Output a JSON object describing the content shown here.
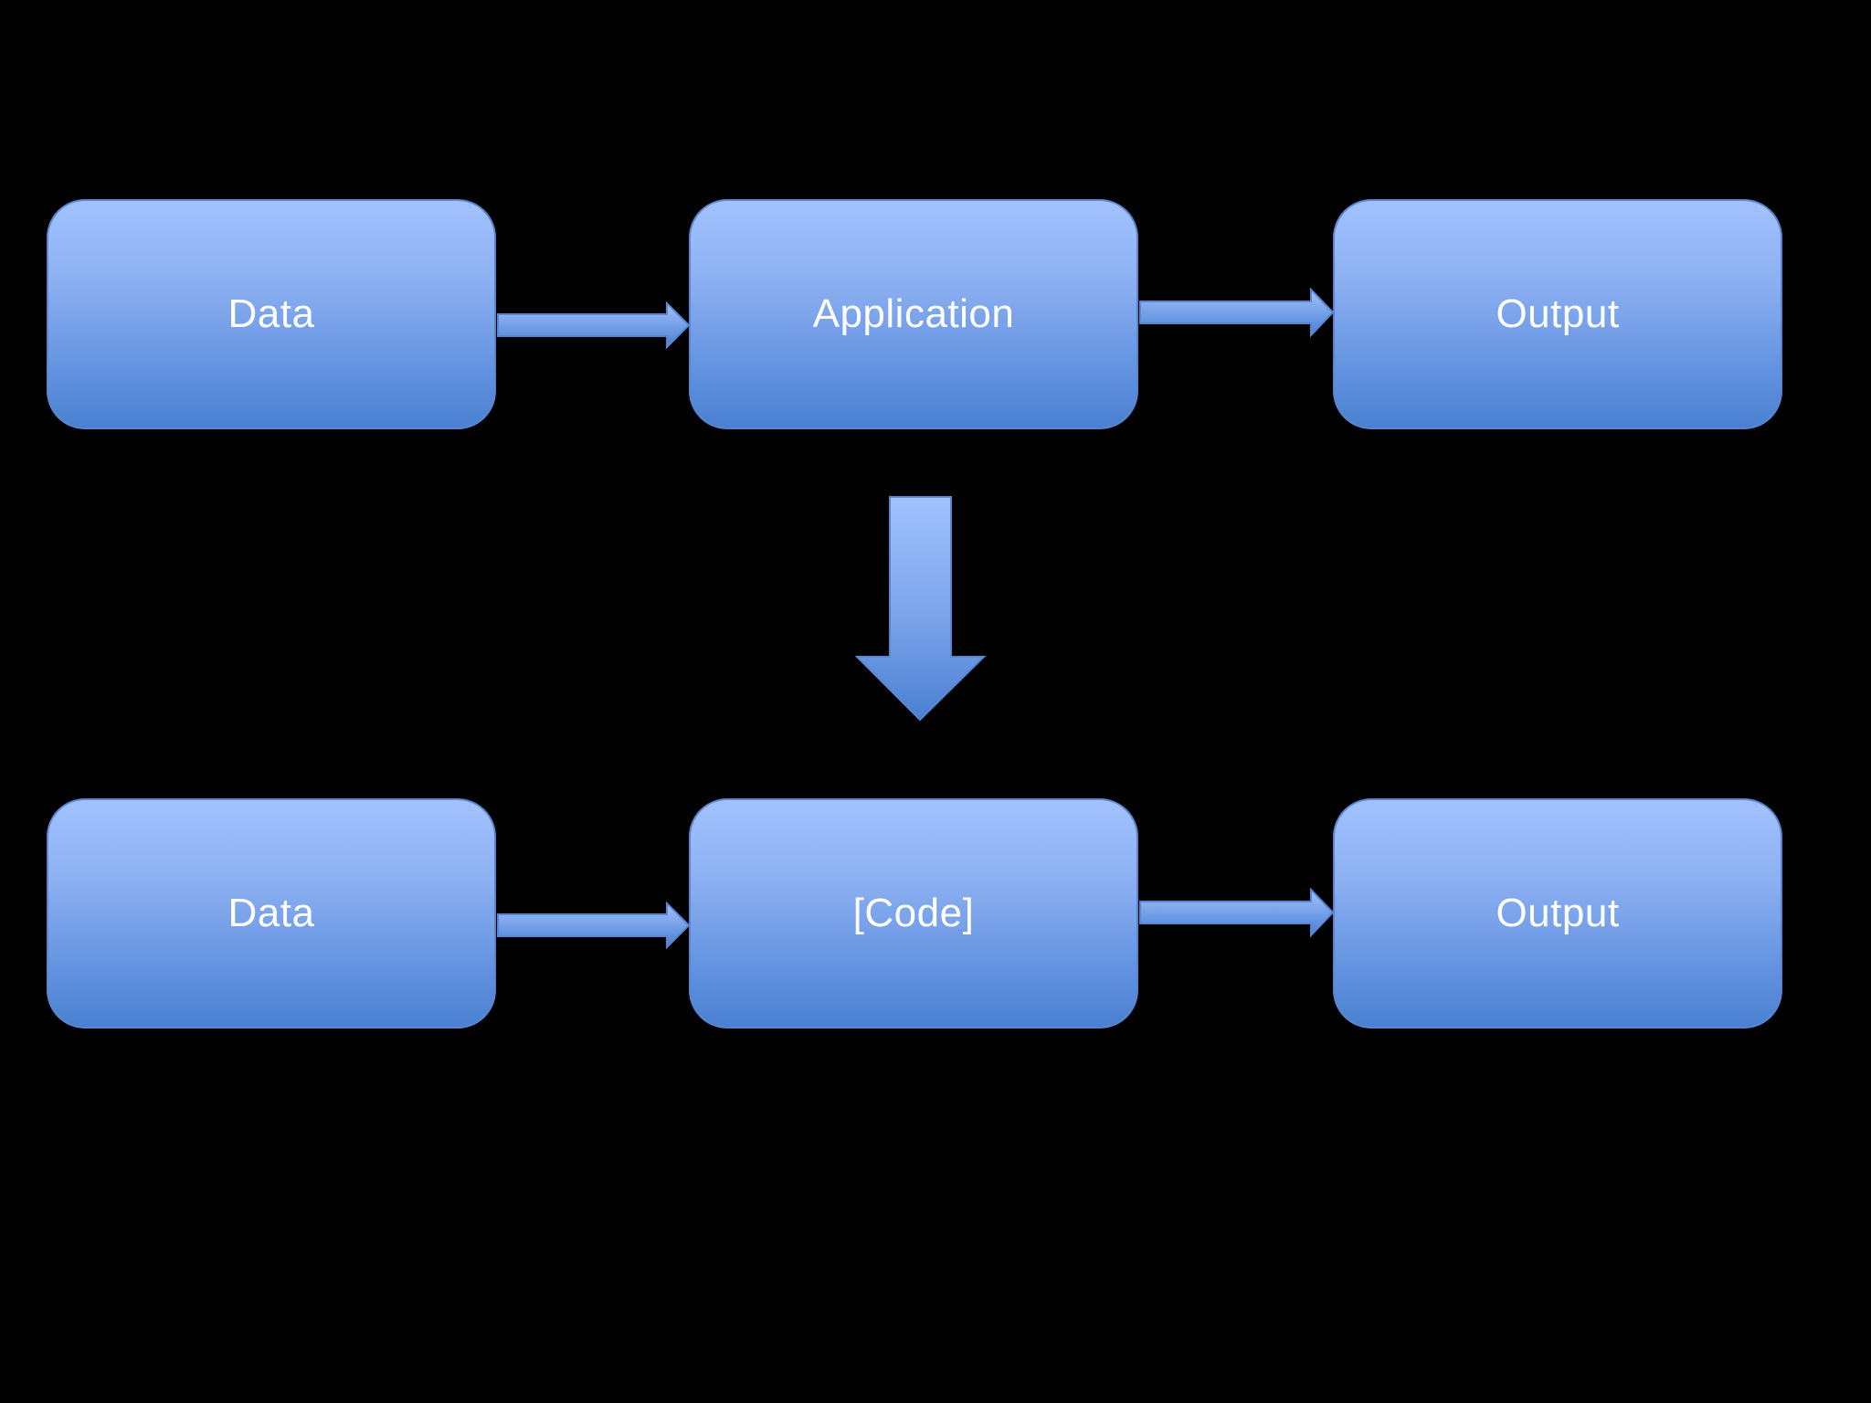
{
  "diagram": {
    "top_row": {
      "input": "Data",
      "process": "Application",
      "output": "Output"
    },
    "bottom_row": {
      "input": "Data",
      "process": "[Code]",
      "output": "Output"
    }
  },
  "colors": {
    "background": "#000000",
    "box_top": "#a2c2ff",
    "box_bottom": "#4a80d2",
    "box_border": "#5a86d0",
    "label": "#ffffff"
  }
}
